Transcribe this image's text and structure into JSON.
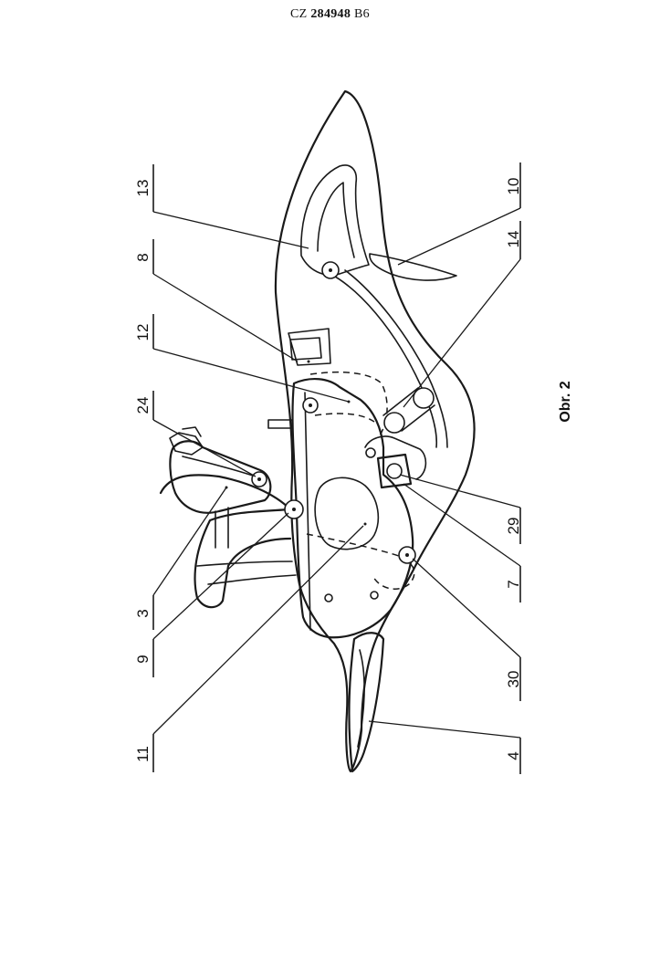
{
  "header": {
    "prefix": "CZ",
    "number": "284948",
    "suffix": "B6"
  },
  "figure": {
    "caption": "Obr. 2",
    "callouts": [
      {
        "id": "c13",
        "label": "13"
      },
      {
        "id": "c8",
        "label": "8"
      },
      {
        "id": "c12",
        "label": "12"
      },
      {
        "id": "c24",
        "label": "24"
      },
      {
        "id": "c3",
        "label": "3"
      },
      {
        "id": "c9",
        "label": "9"
      },
      {
        "id": "c11",
        "label": "11"
      },
      {
        "id": "c10",
        "label": "10"
      },
      {
        "id": "c14",
        "label": "14"
      },
      {
        "id": "c29",
        "label": "29"
      },
      {
        "id": "c7",
        "label": "7"
      },
      {
        "id": "c30",
        "label": "30"
      },
      {
        "id": "c4",
        "label": "4"
      }
    ]
  }
}
